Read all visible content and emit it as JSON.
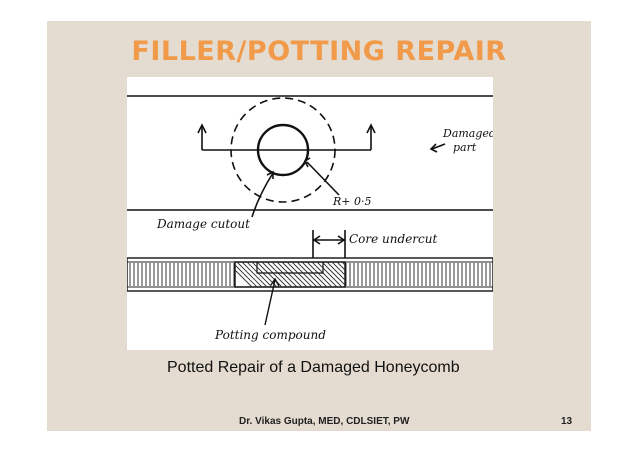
{
  "slide": {
    "title": "FILLER/POTTING REPAIR",
    "caption": "Potted Repair of a Damaged Honeycomb",
    "footer_author": "Dr. Vikas Gupta, MED, CDLSIET, PW",
    "page_number": "13"
  },
  "figure": {
    "label_damaged_line1": "Damaged",
    "label_damaged_line2": "part",
    "label_radius": "R+ 0·5",
    "label_damage_cutout": "Damage cutout",
    "label_core_undercut": "Core undercut",
    "label_potting_compound": "Potting compound"
  },
  "colors": {
    "title": "#f19a4a",
    "slide_background": "#e4dcd0"
  }
}
